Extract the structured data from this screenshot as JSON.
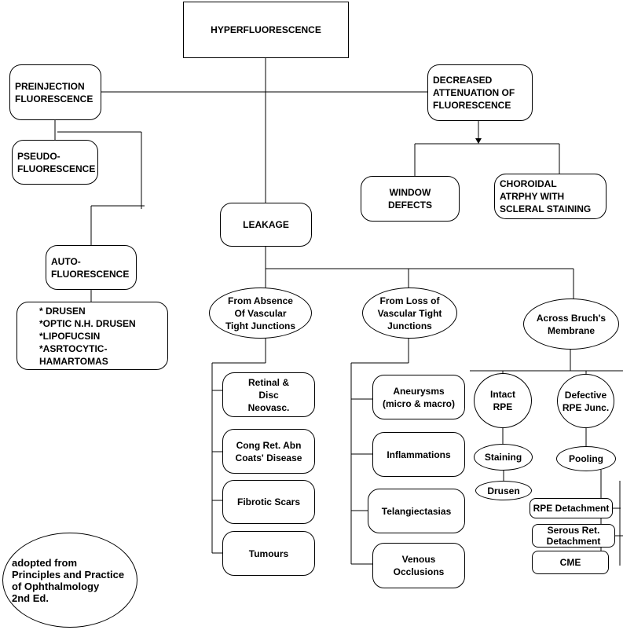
{
  "nodes": {
    "hyperfluorescence": "HYPERFLUORESCENCE",
    "preinjection": "PREINJECTION\nFLUORESCENCE",
    "decreased_attenuation": "DECREASED\nATTENUATION OF\nFLUORESCENCE",
    "pseudo": "PSEUDO-\nFLUORESCENCE",
    "window_defects": "WINDOW\nDEFECTS",
    "choroidal_atrophy": "CHOROIDAL\nATRPHY WITH\nSCLERAL STAINING",
    "leakage": "LEAKAGE",
    "auto": "AUTO-\nFLUORESCENCE",
    "auto_list": "* DRUSEN\n*OPTIC N.H. DRUSEN\n*LIPOFUCSIN\n*ASRTOCYTIC-\nHAMARTOMAS",
    "absence": "From Absence\nOf Vascular\nTight Junctions",
    "loss": "From Loss of\nVascular Tight\nJunctions",
    "bruch": "Across Bruch's\nMembrane",
    "retinal": "Retinal &\nDisc\nNeovasc.",
    "cong": "Cong Ret. Abn\nCoats' Disease",
    "fibrotic": "Fibrotic Scars",
    "tumours": "Tumours",
    "aneurysms": "Aneurysms\n(micro & macro)",
    "inflammations": "Inflammations",
    "telangiectasias": "Telangiectasias",
    "venous": "Venous\nOcclusions",
    "intact_rpe": "Intact\nRPE",
    "defective_rpe": "Defective\nRPE Junc.",
    "staining": "Staining",
    "pooling": "Pooling",
    "drusen": "Drusen",
    "rpe_detachment": "RPE Detachment",
    "serous": "Serous Ret.\nDetachment",
    "cme": "CME",
    "source_note": "adopted from\nPrinciples and Practice\nof Ophthalmology\n2nd Ed."
  }
}
